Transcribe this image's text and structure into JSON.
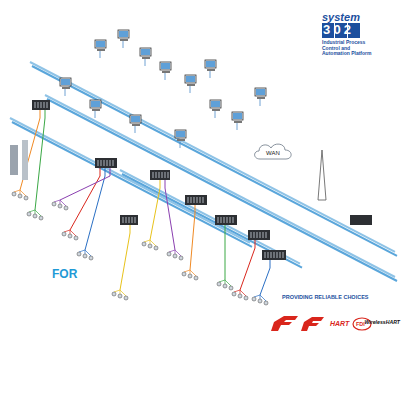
{
  "diagram": {
    "nodes": [
      {
        "text": [
          "WAN"
        ]
      }
    ],
    "labels": [
      "system",
      "302",
      "Industrial Process Control and Automation Platform",
      "FOR",
      "PROVIDING RELIABLE CHOICES",
      "HART",
      "FDI",
      "WirelessHART"
    ]
  }
}
